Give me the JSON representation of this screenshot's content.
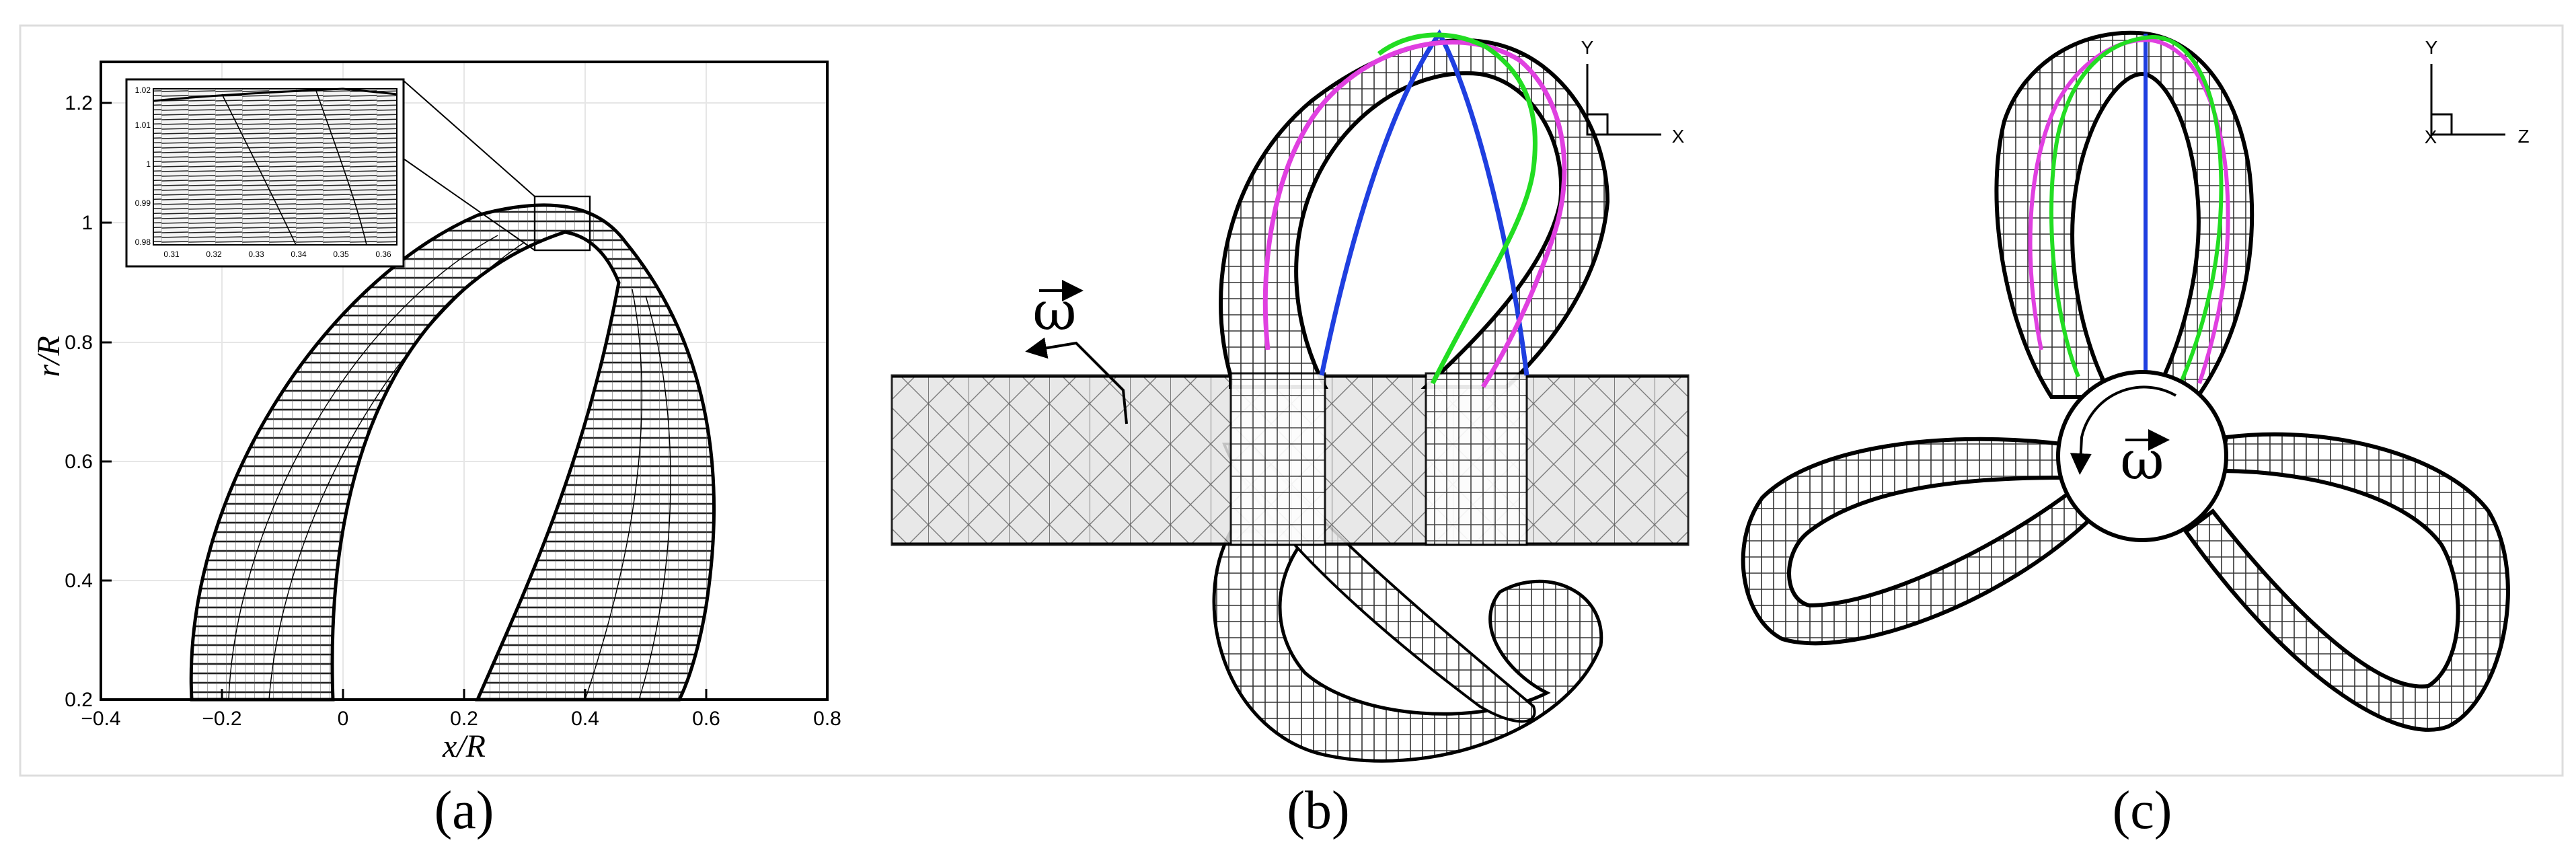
{
  "panel_a": {
    "caption": "(a)",
    "xlabel": "x/R",
    "ylabel": "r/R",
    "xticks": [
      "−0.4",
      "−0.2",
      "0",
      "0.2",
      "0.4",
      "0.6",
      "0.8"
    ],
    "yticks": [
      "0.2",
      "0.4",
      "0.6",
      "0.8",
      "1",
      "1.2"
    ],
    "inset": {
      "xticks": [
        "0.31",
        "0.32",
        "0.33",
        "0.34",
        "0.35",
        "0.36"
      ],
      "yticks": [
        "0.98",
        "0.99",
        "1",
        "1.01",
        "1.02"
      ]
    }
  },
  "panel_b": {
    "caption": "(b)",
    "omega_symbol": "ω",
    "triad": {
      "up": "Y",
      "right": "X"
    },
    "line_colors": {
      "blue": "#1f3fe0",
      "magenta": "#e040e0",
      "green": "#22dd22"
    }
  },
  "panel_c": {
    "caption": "(c)",
    "omega_symbol": "ω",
    "triad": {
      "up": "Y",
      "right": "Z",
      "origin": "X"
    }
  }
}
